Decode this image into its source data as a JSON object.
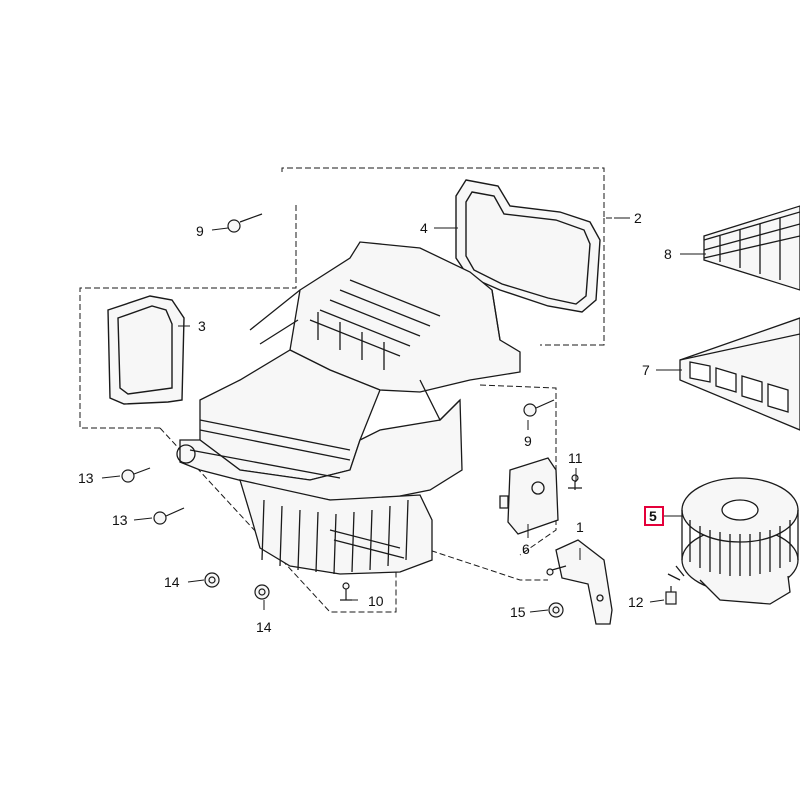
{
  "colors": {
    "line": "#1a1a1a",
    "leader": "#1a1a1a",
    "part_fill": "#f7f7f7",
    "highlight": "#e4003a"
  },
  "callouts": {
    "c1": "1",
    "c2": "2",
    "c3": "3",
    "c4": "4",
    "c5": "5",
    "c6": "6",
    "c7": "7",
    "c8": "8",
    "c9a": "9",
    "c9b": "9",
    "c10": "10",
    "c11": "11",
    "c12": "12",
    "c13a": "13",
    "c13b": "13",
    "c14a": "14",
    "c14b": "14",
    "c15": "15"
  },
  "highlighted_callout": "5"
}
